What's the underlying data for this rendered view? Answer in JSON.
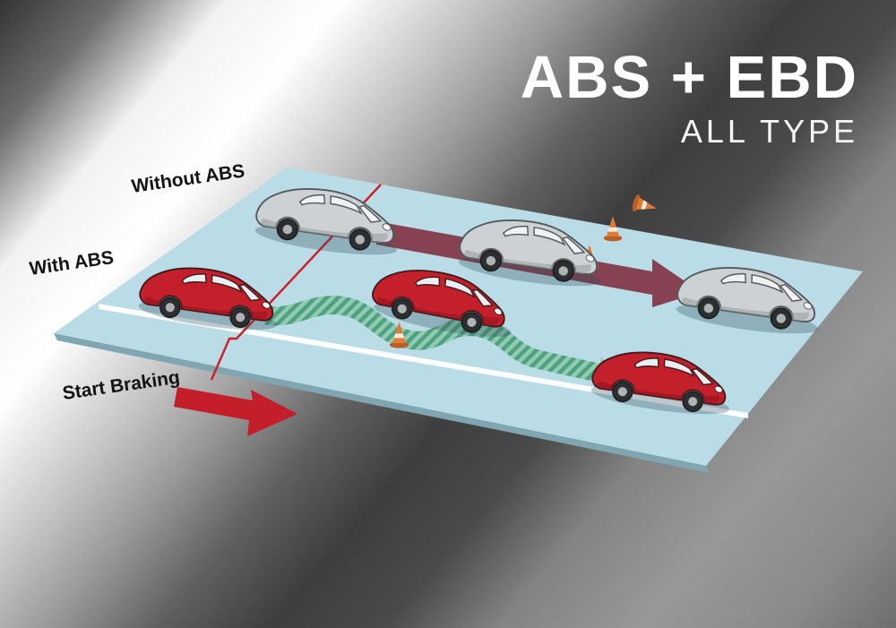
{
  "title": {
    "main": "ABS + EBD",
    "subtitle": "ALL TYPE"
  },
  "labels": {
    "without_abs": "Without ABS",
    "with_abs": "With ABS",
    "start_braking": "Start Braking"
  },
  "colors": {
    "road_surface": "#b9dce6",
    "road_edge": "#7fa6b1",
    "lane_line": "#ffffff",
    "abs_path_green": "#4ea182",
    "abs_path_green_light": "#93cbb0",
    "no_abs_path_maroon": "#7e2b3e",
    "brake_line_red": "#d0202c",
    "start_arrow_red": "#c31e2a",
    "car_red": "#c3202b",
    "car_gray": "#cdd1d3",
    "cone_orange": "#e07b36"
  },
  "scene": {
    "without_abs_cars": [
      "gray-car-start",
      "gray-car-mid",
      "gray-car-end"
    ],
    "with_abs_cars": [
      "red-car-start",
      "red-car-swerving",
      "red-car-end"
    ],
    "cone_count": 4
  }
}
